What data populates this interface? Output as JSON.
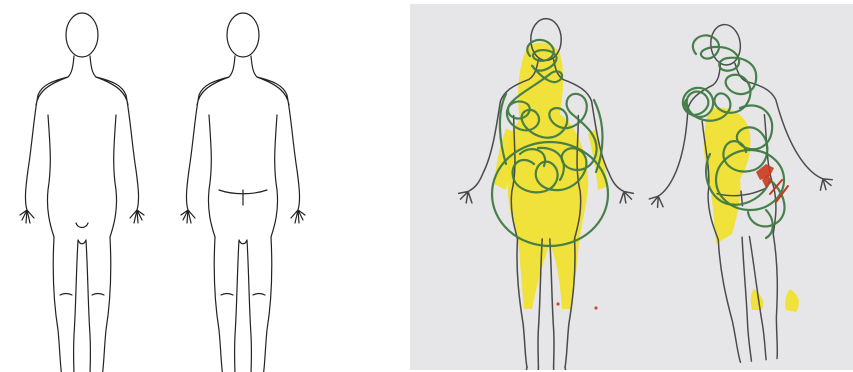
{
  "panels": [
    {
      "id": "blank-body-chart",
      "views": [
        "front",
        "back"
      ]
    },
    {
      "id": "annotated-body-chart",
      "views": [
        "front",
        "back"
      ]
    }
  ],
  "colors": {
    "outline": "#222222",
    "highlighter_yellow": "#f2e01c",
    "pen_green": "#3f7a43",
    "marker_red": "#c83a1f",
    "paper_gray": "#e6e6e8"
  }
}
